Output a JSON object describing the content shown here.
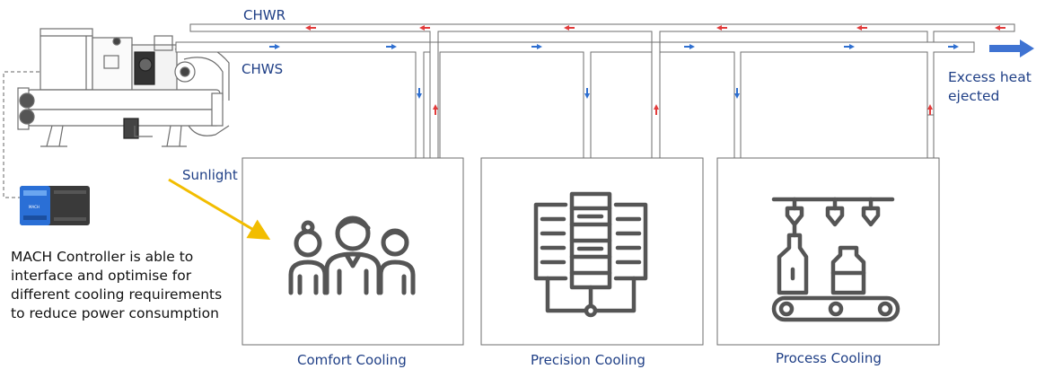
{
  "pipes": {
    "return_label": "CHWR",
    "supply_label": "CHWS"
  },
  "excess": {
    "line1": "Excess heat",
    "line2": "ejected"
  },
  "sunlight_label": "Sunlight",
  "controller_note": {
    "line1": "MACH Controller is able to",
    "line2": "interface and optimise for",
    "line3": "different cooling requirements",
    "line4": "to reduce power consumption"
  },
  "rooms": [
    {
      "label": "Comfort Cooling",
      "icon": "people-icon"
    },
    {
      "label": "Precision Cooling",
      "icon": "server-rack-icon"
    },
    {
      "label": "Process Cooling",
      "icon": "conveyor-bottling-icon"
    }
  ],
  "colors": {
    "supply_arrow": "#2f6fd0",
    "return_arrow": "#e23b3b",
    "sun_arrow": "#f2bd00",
    "label_blue": "#1f3f86",
    "line": "#6e6e6e",
    "icon": "#555555"
  }
}
